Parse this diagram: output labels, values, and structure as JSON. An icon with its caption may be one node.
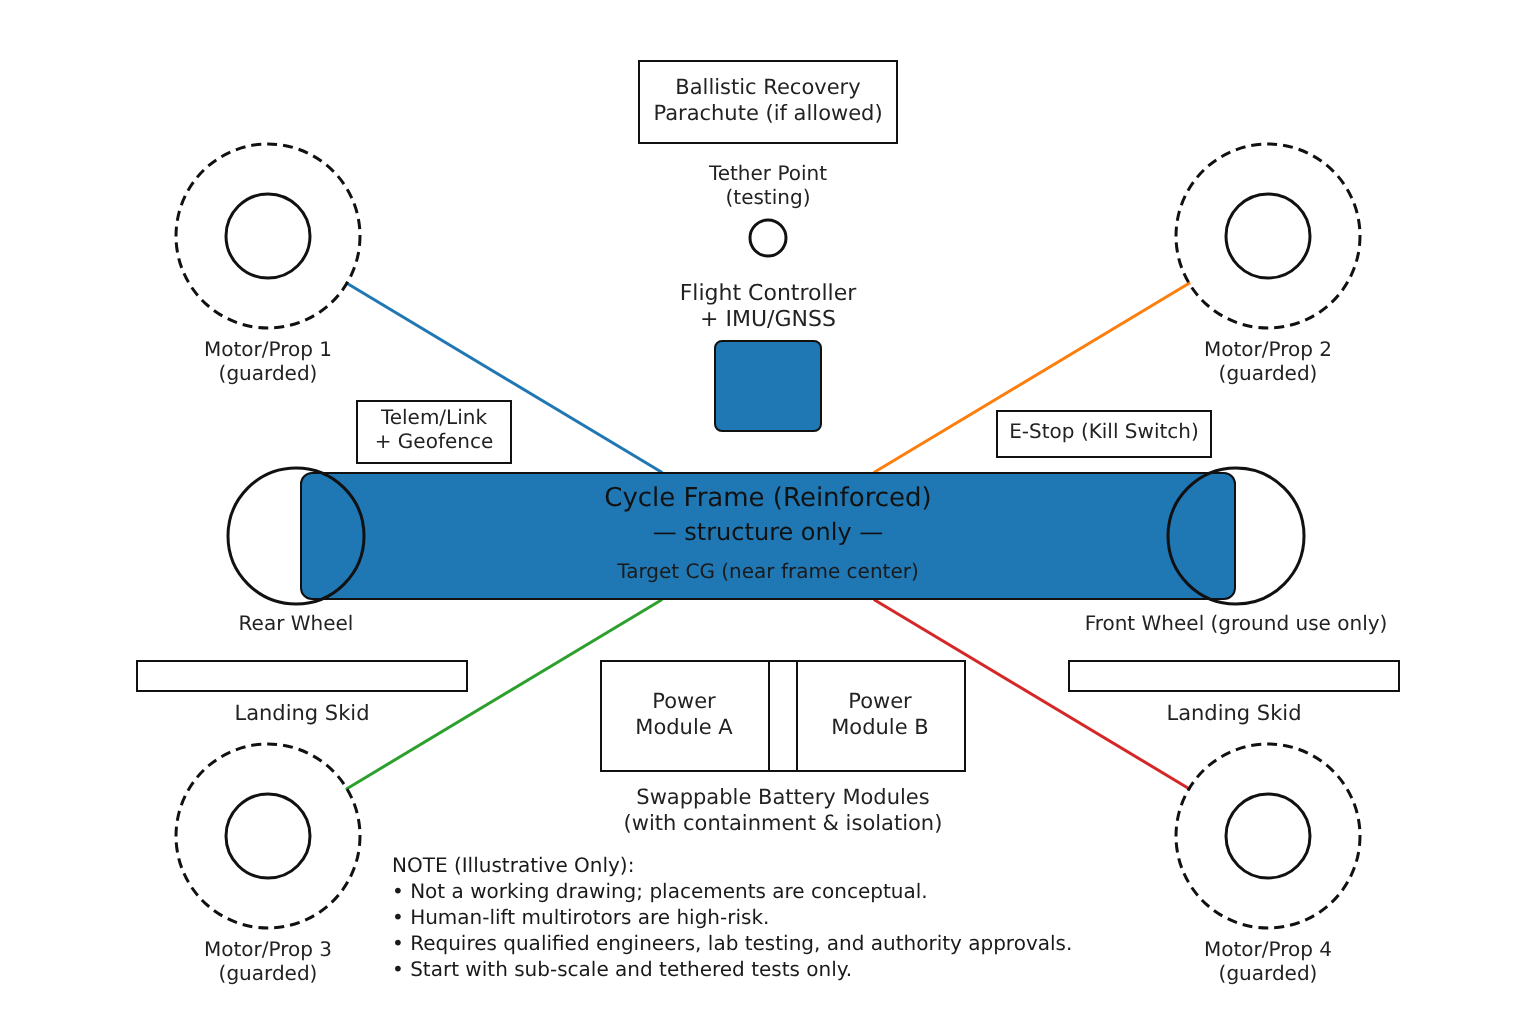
{
  "diagram": {
    "nodes": [
      {
        "text": [
          "Ballistic Recovery Parachute (if allowed)"
        ]
      },
      {
        "text": [
          "Tether Point (testing)"
        ]
      },
      {
        "text": [
          "Motor/Prop 1 (guarded)"
        ]
      },
      {
        "text": [
          "Motor/Prop 2 (guarded)"
        ]
      },
      {
        "text": [
          "Flight Controller + IMU/GNSS"
        ]
      },
      {
        "text": [
          "Telem/Link + Geofence"
        ]
      },
      {
        "text": [
          "E-Stop (Kill Switch)"
        ]
      },
      {
        "text": [
          "Cycle Frame (Reinforced)",
          "— structure only —"
        ]
      },
      {
        "text": [
          "Rear Wheel"
        ]
      },
      {
        "text": [
          "Front Wheel (ground use only)"
        ]
      },
      {
        "text": [
          "Landing Skid"
        ]
      },
      {
        "text": [
          "Landing Skid"
        ]
      },
      {
        "text": [
          "Swappable Battery Modules (with containment & isolation)"
        ]
      },
      {
        "text": [
          "Power Module A"
        ],
        "in": 12
      },
      {
        "text": [
          "Power Module B"
        ],
        "in": 12
      },
      {
        "text": [
          "Motor/Prop 3 (guarded)"
        ]
      },
      {
        "text": [
          "Motor/Prop 4 (guarded)"
        ]
      }
    ],
    "edges": [
      {
        "from": 2,
        "to": 7,
        "arrow": "none",
        "color": "#1f77b4"
      },
      {
        "from": 3,
        "to": 7,
        "arrow": "none",
        "color": "#ff7f0e"
      },
      {
        "from": 15,
        "to": 7,
        "arrow": "none",
        "color": "#2ca02c"
      },
      {
        "from": 16,
        "to": 7,
        "arrow": "none",
        "color": "#d62728"
      }
    ],
    "labels": [
      "NOTE (Illustrative Only):",
      "• Not a working drawing; placements are conceptual.",
      "• Human-lift multirotors are high-risk.",
      "• Requires qualified engineers, lab testing, and authority approvals.",
      "• Start with sub-scale and tethered tests only.",
      "Target CG (near frame center)"
    ]
  }
}
